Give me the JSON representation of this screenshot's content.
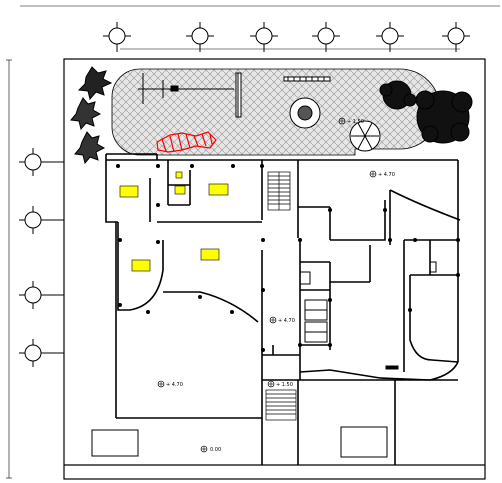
{
  "levels": {
    "garden": "+ 1.50",
    "upper_right": "+ 4.70",
    "center": "+ 4.70",
    "lower_left": "+ 4.70",
    "lower_mid": "+ 1.50",
    "bottom": "0.00"
  },
  "colors": {
    "line": "#000000",
    "paving": "#d9d9d9",
    "accent": "#ff0000",
    "furniture": "#ffff00"
  },
  "icons": {
    "axis_marker": "axis-bubble-icon",
    "tree": "tree-icon",
    "level_marker": "level-mark-icon"
  }
}
